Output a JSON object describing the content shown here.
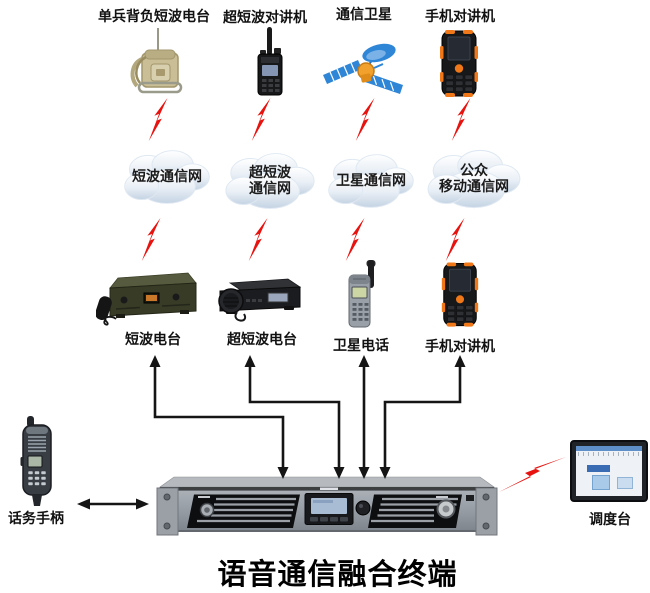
{
  "diagram_title": "语音通信融合终端",
  "top_devices": [
    {
      "label": "单兵背负短波电台",
      "icon": "backpack-radio-icon"
    },
    {
      "label": "超短波对讲机",
      "icon": "walkie-talkie-icon"
    },
    {
      "label": "通信卫星",
      "icon": "satellite-icon"
    },
    {
      "label": "手机对讲机",
      "icon": "rugged-phone-icon"
    }
  ],
  "networks": [
    {
      "name": "短波通信网",
      "line1": "短波通信网",
      "line2": ""
    },
    {
      "name": "超短波通信网",
      "line1": "超短波",
      "line2": "通信网"
    },
    {
      "name": "卫星通信网",
      "line1": "卫星通信网",
      "line2": ""
    },
    {
      "name": "公众移动通信网",
      "line1": "公众",
      "line2": "移动通信网"
    }
  ],
  "access_devices": [
    {
      "label": "短波电台",
      "icon": "hf-radio-icon"
    },
    {
      "label": "超短波电台",
      "icon": "vhf-radio-icon"
    },
    {
      "label": "卫星电话",
      "icon": "satellite-phone-icon"
    },
    {
      "label": "手机对讲机",
      "icon": "rugged-phone-icon"
    }
  ],
  "handset": {
    "label": "话务手柄"
  },
  "console": {
    "label": "调度台"
  },
  "colors": {
    "lightning": "#e8120e",
    "arrow": "#151515",
    "cloud_text": "#1b1b1b"
  }
}
